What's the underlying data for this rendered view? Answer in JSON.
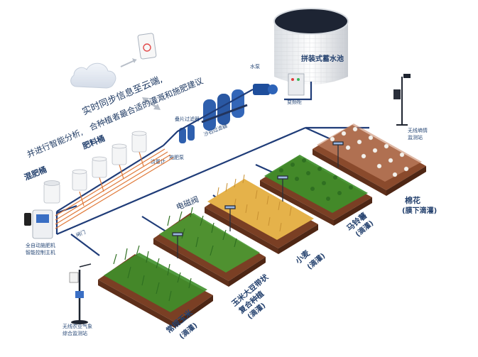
{
  "headline": {
    "line1": "实时同步信息至云端,",
    "line2": "合种植者最合适的灌溉和施肥建议",
    "line3": "并进行智能分析,"
  },
  "equipment": {
    "tank": "拼装式蓄水池",
    "pump": "水泵",
    "control_cabinet": "变频柜",
    "sand_filter": "沙石过滤器",
    "mesh_filter": "叠片过滤器",
    "flowmeter": "流量计",
    "fert_pump": "施肥泵",
    "fert_tanks": "肥料桶",
    "mix_tank": "混肥桶",
    "controller": "全自动施肥机",
    "controller_sub": "智能控制主机",
    "valve": "闸门",
    "solenoid": "电磁阀",
    "weather_station": "无线农业气象",
    "weather_station_sub": "综合监测站",
    "soil_station": "无线墒情",
    "soil_station_sub": "监测站"
  },
  "fields": {
    "corn": {
      "name": "常规玉米",
      "method": "(滴灌)"
    },
    "intercrop": {
      "name": "玉米大豆带状",
      "name2": "复合种植",
      "method": "(滴灌)"
    },
    "wheat": {
      "name": "小麦",
      "method": "(滴灌)"
    },
    "potato": {
      "name": "马铃薯",
      "method": "(滴灌)"
    },
    "cotton": {
      "name": "棉花",
      "method": "(膜下滴灌)"
    }
  },
  "colors": {
    "pipe_blue": "#1f3c78",
    "pipe_orange": "#e07a3a",
    "soil": "#7a3f24",
    "crop_green": "#3e8f2a",
    "wheat_gold": "#e5b24a",
    "cotton_white": "#f4f1ec"
  }
}
